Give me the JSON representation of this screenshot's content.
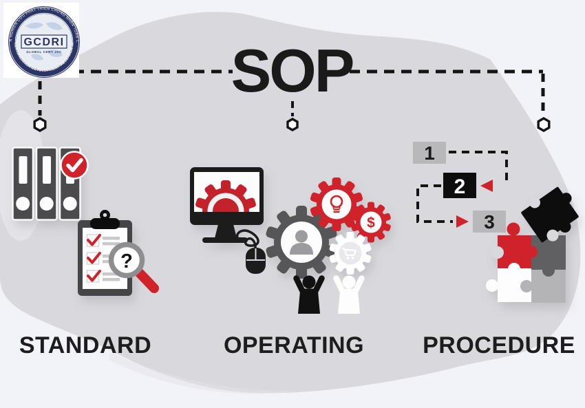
{
  "title": "SOP",
  "logo": {
    "acronym": "GCDRI",
    "ring_top": "VIỆN NGHIÊN CỨU PHÁT TRIỂN CHỨNG NHẬN TOÀN CẦU",
    "ring_bottom": "GLOBAL CERTIFICATION DEVELOPMENT RESEARCH INSTITUTE",
    "subtitle": "GLOBAL CERT JSC"
  },
  "sections": {
    "standard": {
      "label": "STANDARD",
      "question_mark": "?"
    },
    "operating": {
      "label": "OPERATING",
      "dollar_sign": "$"
    },
    "procedure": {
      "label": "PROCEDURE",
      "steps": [
        "1",
        "2",
        "3"
      ]
    }
  },
  "colors": {
    "accent_red": "#cf2329",
    "blob_gray": "#d9d9dd",
    "page_background": "#f2f3f8",
    "dark_gray": "#4b4b4d",
    "black": "#111111",
    "navy": "#2b3566",
    "step_box_gray": "#b8b8ba"
  }
}
